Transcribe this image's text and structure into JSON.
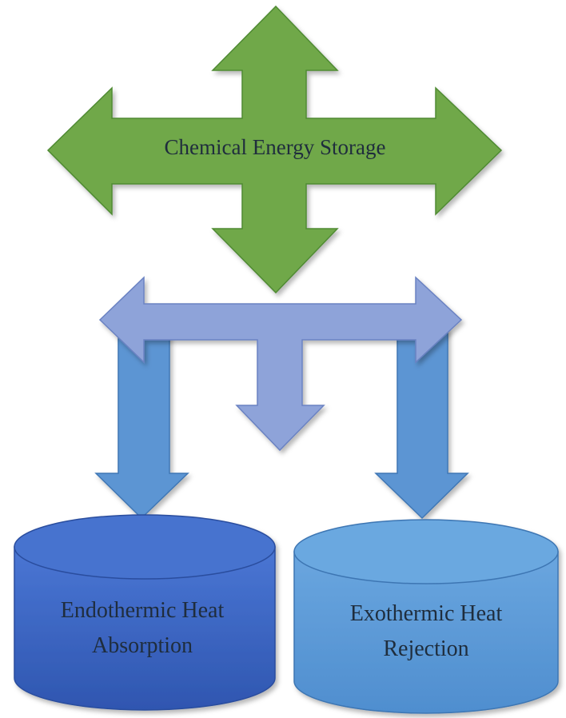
{
  "diagram": {
    "top_node": {
      "label": "Chemical Energy Storage"
    },
    "left_tank": {
      "line1": "Endothermic Heat",
      "line2": "Absorption"
    },
    "right_tank": {
      "line1": "Exothermic Heat",
      "line2": "Rejection"
    }
  },
  "colors": {
    "green_arrow": "#6fa84a",
    "green_arrow_edge": "#4f8a33",
    "lavender_arrow": "#8ea3d9",
    "lavender_arrow_edge": "#6a82c2",
    "blue_arrow": "#5b95d3",
    "blue_arrow_edge": "#3f77b5",
    "left_tank_body": "#3b62c0",
    "left_tank_top": "#4673cf",
    "right_tank_body": "#5c9bd8",
    "right_tank_top": "#6aa8e0",
    "text": "#1f2d3d"
  }
}
